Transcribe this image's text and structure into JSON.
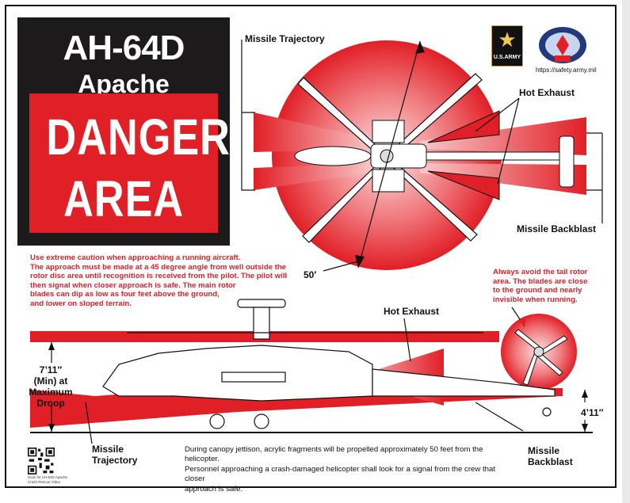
{
  "title": {
    "model": "AH-64D",
    "name": "Apache",
    "danger_line1": "DANGER",
    "danger_line2": "AREA"
  },
  "labels": {
    "missile_trajectory_top": "Missile Trajectory",
    "hot_exhaust_top": "Hot Exhaust",
    "missile_backblast_top": "Missile Backblast",
    "rotor_diameter": "50′",
    "hot_exhaust_side": "Hot Exhaust",
    "missile_trajectory_side_1": "Missile",
    "missile_trajectory_side_2": "Trajectory",
    "missile_backblast_side_1": "Missile",
    "missile_backblast_side_2": "Backblast"
  },
  "dimensions": {
    "rotor_height_1": "7’11″",
    "rotor_height_2": "(Min) at",
    "rotor_height_3": "Maximum",
    "rotor_height_4": "Droop",
    "tail_height": "4’11″"
  },
  "warnings": {
    "approach": [
      "Use extreme caution when approaching a running aircraft.",
      "The approach must be made at a 45 degree angle from well outside the",
      "rotor disc area until recognition is received from the pilot. The pilot will",
      "then signal when closer approach is safe. The main rotor",
      "blades can dip as low as four feet above the ground,",
      "and lower on sloped terrain."
    ],
    "tail_rotor": [
      "Always avoid the tail rotor",
      "area. The blades are close",
      "to the ground and nearly",
      "invisible when running."
    ]
  },
  "notes": {
    "jettison": [
      "During canopy jettison, acrylic fragments will be propelled approximately 50 feet from the helicopter.",
      "Personnel approaching a crash-damaged helicopter shall look for a signal from the crew that closer",
      "approach is safe."
    ]
  },
  "logos": {
    "army_text": "U.S.ARMY",
    "safety_url": "https://safety.army.mil"
  },
  "qr": {
    "caption_line1": "Scan for AH-64D Apache",
    "caption_line2": "Crash Rescue Video"
  },
  "colors": {
    "danger_red": "#e11f26",
    "dark": "#1c1a1b",
    "white": "#ffffff"
  }
}
